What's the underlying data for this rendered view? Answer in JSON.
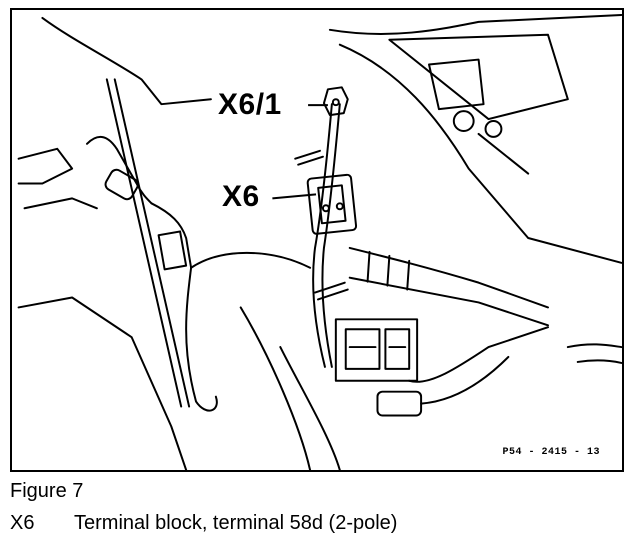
{
  "figure": {
    "callouts": {
      "x6_1": "X6/1",
      "x6": "X6"
    },
    "reference_code": "P54 - 2415 - 13"
  },
  "caption": {
    "title": "Figure 7",
    "legend": [
      {
        "code": "X6",
        "description": "Terminal block, terminal 58d (2-pole)"
      }
    ]
  },
  "colors": {
    "ink": "#000000",
    "paper": "#ffffff"
  }
}
